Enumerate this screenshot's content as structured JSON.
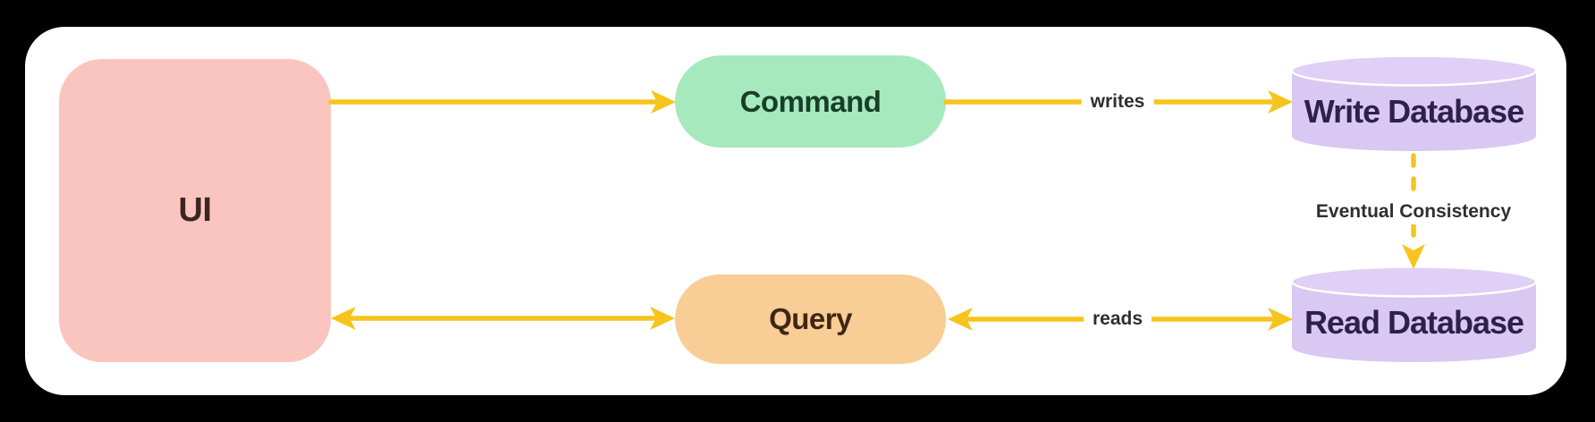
{
  "nodes": {
    "ui": {
      "label": "UI"
    },
    "command": {
      "label": "Command"
    },
    "query": {
      "label": "Query"
    },
    "write_database": {
      "label": "Write Database"
    },
    "read_database": {
      "label": "Read Database"
    }
  },
  "edges": {
    "command_to_write_database": {
      "label": "writes"
    },
    "query_to_read_database": {
      "label": "reads"
    },
    "write_to_read_database": {
      "label": "Eventual Consistency"
    }
  },
  "colors": {
    "background": "#000000",
    "card": "#FFFFFF",
    "arrow": "#F6C41D",
    "ui_node_fill": "#FAC5BE",
    "ui_node_text": "#3B2523",
    "command_node_fill": "#A6E9BD",
    "command_node_text": "#173F28",
    "query_node_fill": "#F8CD96",
    "query_node_text": "#3F2713",
    "database_body_fill": "#D9C8F1",
    "database_top_fill": "#E0CFF7",
    "database_text": "#2D2149",
    "edge_label_text": "#2F2F2F"
  }
}
